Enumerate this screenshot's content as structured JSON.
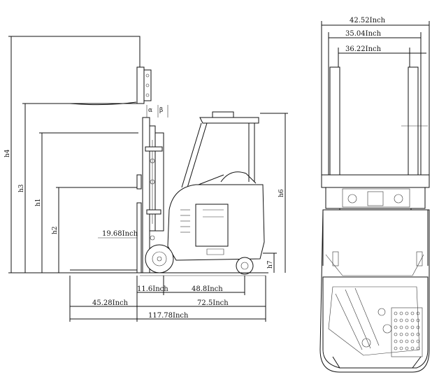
{
  "side_view": {
    "vertical_dims": {
      "h4": "h4",
      "h3": "h3",
      "h1": "h1",
      "h2": "h2",
      "h6": "h6",
      "h7": "h7"
    },
    "angles": {
      "alpha": "α",
      "beta": "β"
    },
    "fork_height_label": "19.68Inch",
    "wheel_front_label": "11.6Inch",
    "wheelbase_label": "48.8Inch",
    "fork_length_label": "45.28Inch",
    "body_length_label": "72.5Inch",
    "overall_length_label": "117.78Inch"
  },
  "top_view": {
    "overall_width_label": "42.52Inch",
    "fork_outer_label": "35.04Inch",
    "fork_inner_label": "36.22Inch"
  }
}
